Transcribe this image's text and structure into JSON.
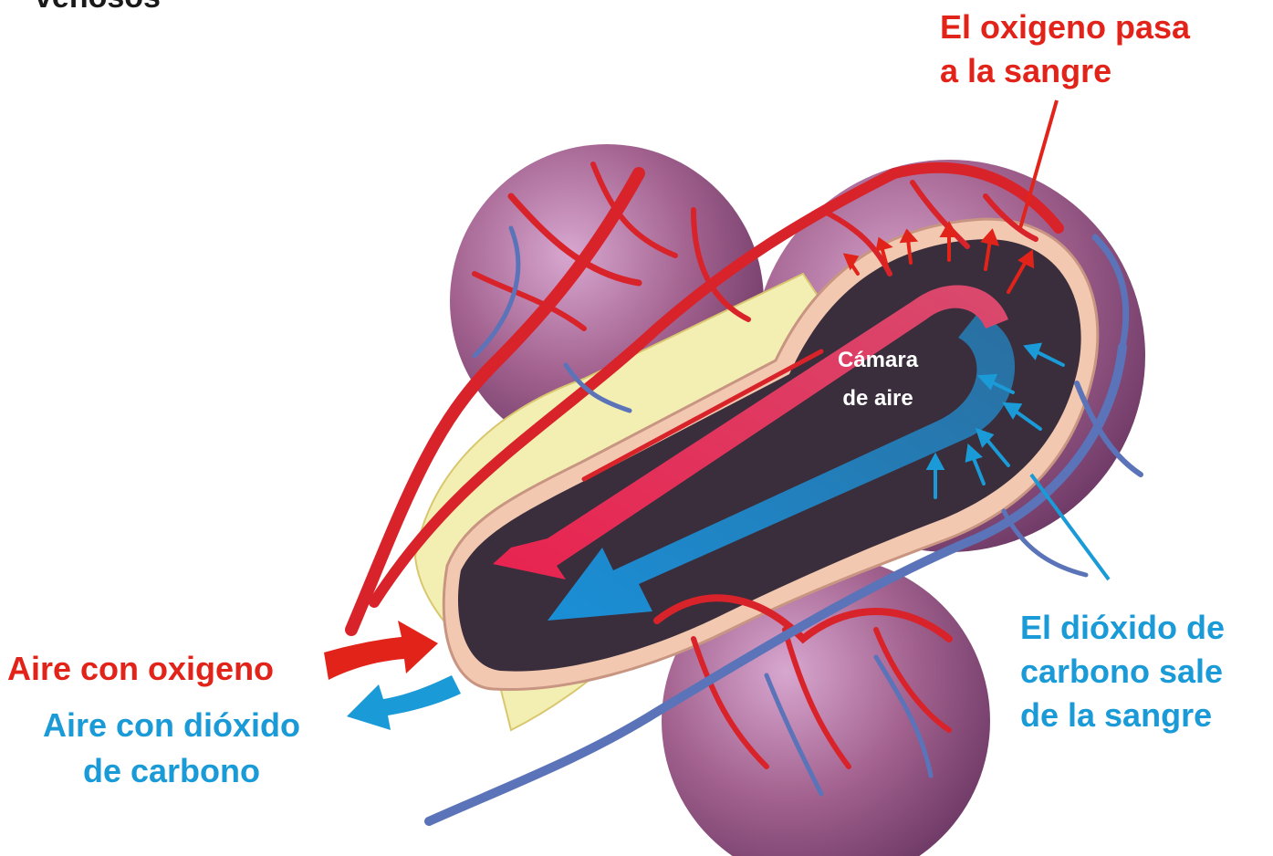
{
  "labels": {
    "top_left_cut": "venosos",
    "oxygen_enters": [
      "El oxigeno pasa",
      "a la sangre"
    ],
    "air_chamber": [
      "Cámara",
      "de aire"
    ],
    "air_with_oxygen": "Aire con oxigeno",
    "air_with_co2": [
      "Aire con dióxido",
      "de carbono"
    ],
    "co2_leaves": [
      "El dióxido de",
      "carbono sale",
      "de la sangre"
    ]
  },
  "colors": {
    "oxygen_red": "#e2231a",
    "co2_blue": "#1a9ad6",
    "alveolus_purple": "#a4628f",
    "chamber_dark": "#3a2d3c",
    "membrane_yellow": "#f4f0b4"
  },
  "icons": {
    "inflow_arrow": "curved-arrow-right-red",
    "outflow_arrow": "curved-arrow-left-blue"
  }
}
